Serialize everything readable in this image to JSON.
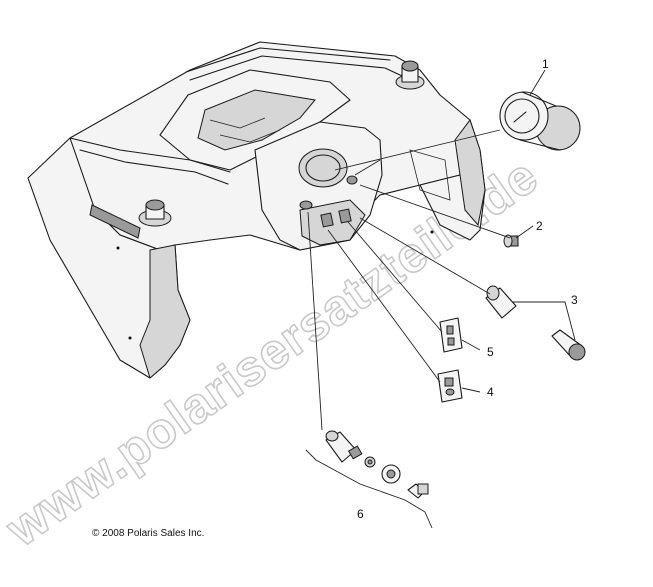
{
  "watermark": "www.polarisersatzteile.de",
  "copyright": "© 2008 Polaris Sales Inc.",
  "callouts": [
    "1",
    "2",
    "3",
    "4",
    "5",
    "6"
  ]
}
